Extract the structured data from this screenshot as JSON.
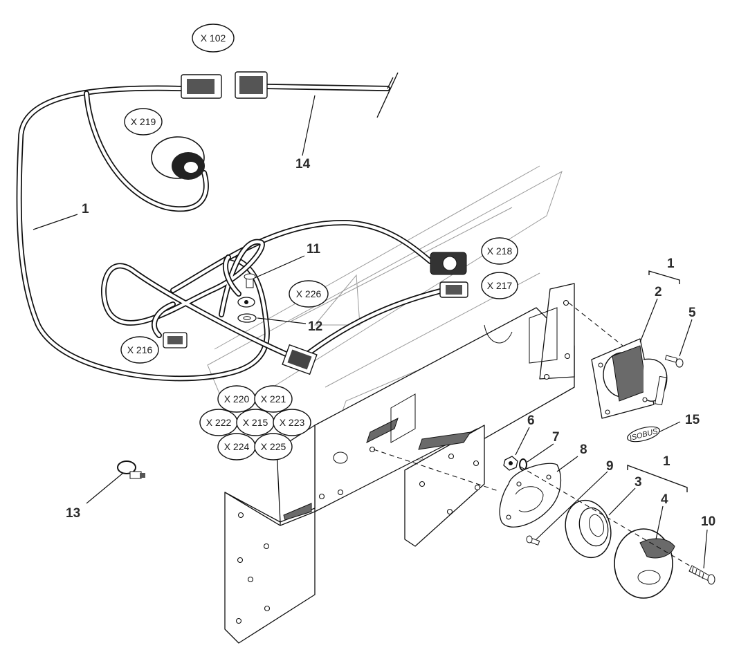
{
  "part_numbers": [
    "1",
    "2",
    "3",
    "4",
    "5",
    "6",
    "7",
    "8",
    "9",
    "10",
    "11",
    "12",
    "13",
    "14",
    "15"
  ],
  "connectors": [
    "X 102",
    "X 219",
    "X 218",
    "X 217",
    "X 226",
    "X 216",
    "X 220",
    "X 221",
    "X 222",
    "X 215",
    "X 223",
    "X 224",
    "X 225"
  ],
  "isobus_stamp": "ISOBUS"
}
